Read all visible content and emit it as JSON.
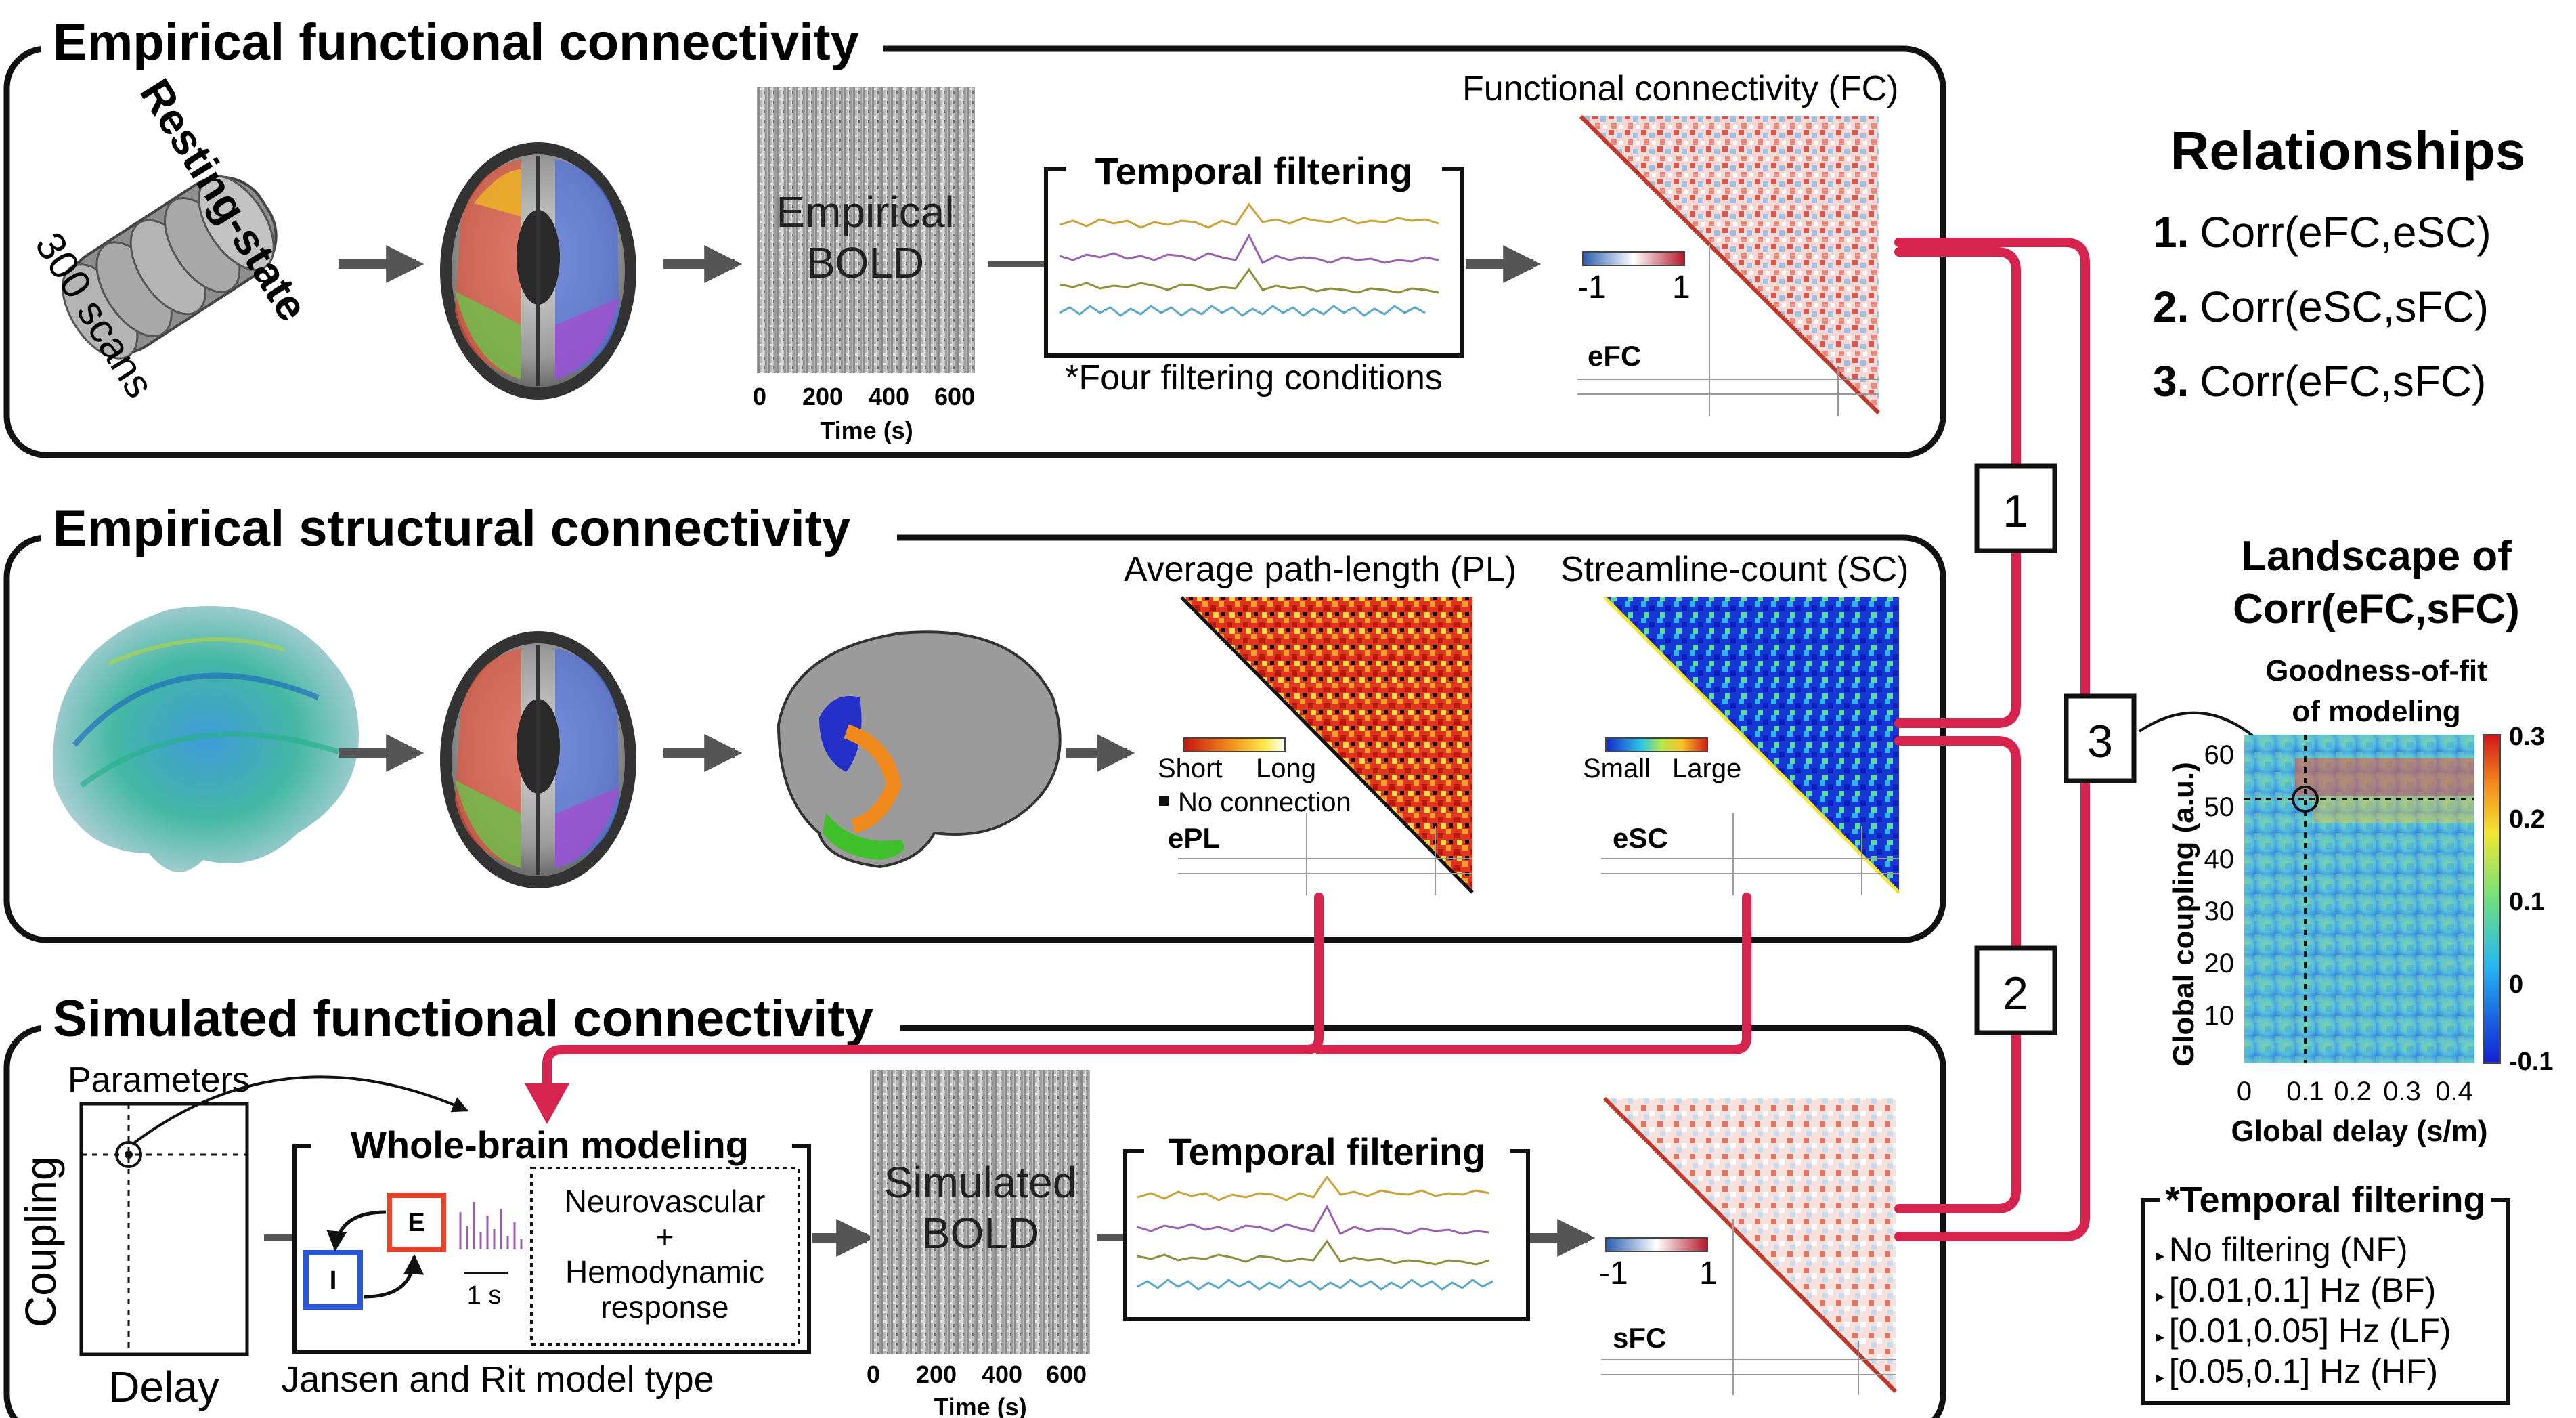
{
  "panels": {
    "efc": {
      "title": "Empirical functional connectivity",
      "resting_state": "Resting-state",
      "scans": "300 scans",
      "bold_label_line1": "Empirical",
      "bold_label_line2": "BOLD",
      "time_ticks": [
        "0",
        "200",
        "400",
        "600"
      ],
      "time_axis": "Time (s)",
      "filter_title": "Temporal filtering",
      "filter_caption": "*Four filtering conditions",
      "fc_title": "Functional connectivity (FC)",
      "matrix_label": "eFC",
      "colorbar_min": "-1",
      "colorbar_max": "1"
    },
    "esc": {
      "title": "Empirical structural connectivity",
      "pl_title": "Average path-length (PL)",
      "pl_short": "Short",
      "pl_long": "Long",
      "pl_none": "No connection",
      "pl_label": "ePL",
      "sc_title": "Streamline-count (SC)",
      "sc_small": "Small",
      "sc_large": "Large",
      "sc_label": "eSC"
    },
    "sfc": {
      "title": "Simulated functional connectivity",
      "parameters": "Parameters",
      "coupling": "Coupling",
      "delay": "Delay",
      "model_title": "Whole-brain modeling",
      "node_e": "E",
      "node_i": "I",
      "scale": "1 s",
      "nv_line1": "Neurovascular",
      "nv_line2": "+",
      "nv_line3": "Hemodynamic",
      "nv_line4": "response",
      "model_caption": "Jansen and Rit model type",
      "bold_label_line1": "Simulated",
      "bold_label_line2": "BOLD",
      "time_ticks": [
        "0",
        "200",
        "400",
        "600"
      ],
      "time_axis": "Time (s)",
      "filter_title": "Temporal filtering",
      "matrix_label": "sFC",
      "colorbar_min": "-1",
      "colorbar_max": "1"
    }
  },
  "connectors": [
    "1",
    "2",
    "3"
  ],
  "relationships": {
    "title": "Relationships",
    "items": [
      {
        "num": "1.",
        "text": "Corr(eFC,eSC)"
      },
      {
        "num": "2.",
        "text": "Corr(eSC,sFC)"
      },
      {
        "num": "3.",
        "text": "Corr(eFC,sFC)"
      }
    ]
  },
  "landscape": {
    "title_line1": "Landscape of",
    "title_line2": "Corr(eFC,sFC)",
    "gof_line1": "Goodness-of-fit",
    "gof_line2": "of modeling",
    "ylabel": "Global coupling (a.u.)",
    "xlabel": "Global delay (s/m)",
    "yticks": [
      "60",
      "50",
      "40",
      "30",
      "20",
      "10"
    ],
    "xticks": [
      "0",
      "0.1",
      "0.2",
      "0.3",
      "0.4"
    ],
    "cbar_ticks": [
      "0.3",
      "0.2",
      "0.1",
      "0",
      "-0.1"
    ]
  },
  "filter_box": {
    "title": "*Temporal filtering",
    "items": [
      "No filtering (NF)",
      "[0.01,0.1] Hz (BF)",
      "[0.01,0.05] Hz (LF)",
      "[0.05,0.1] Hz (HF)"
    ]
  },
  "colors": {
    "accent": "#d6244f",
    "hot": "#d62a1e",
    "jet_low": "#1427c9",
    "e_box": "#e8432a",
    "i_box": "#2a57d6"
  }
}
